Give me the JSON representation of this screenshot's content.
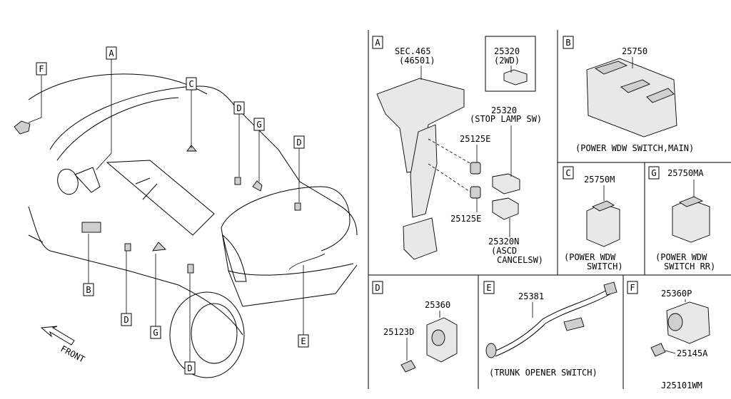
{
  "callouts": {
    "F": "F",
    "A": "A",
    "C": "C",
    "D1": "D",
    "G1": "G",
    "D2": "D",
    "B": "B",
    "D3": "D",
    "G2": "G",
    "E": "E",
    "D4": "D"
  },
  "front_label": "FRONT",
  "panel_a": {
    "tag": "A",
    "sec_line1": "SEC.465",
    "sec_line2": "(46501)",
    "inset_part": "25320",
    "inset_note": "(2WD)",
    "stop_part": "25320",
    "stop_name": "(STOP LAMP SW)",
    "clip_top": "25125E",
    "clip_bottom": "25125E",
    "ascd_part": "25320N",
    "ascd_line1": "(ASCD",
    "ascd_line2": "CANCELSW)"
  },
  "panel_b": {
    "tag": "B",
    "part": "25750",
    "name": "(POWER WDW SWITCH,MAIN)"
  },
  "panel_c": {
    "tag": "C",
    "part": "25750M",
    "line1": "(POWER WDW",
    "line2": "SWITCH)"
  },
  "panel_g": {
    "tag": "G",
    "part": "25750MA",
    "line1": "(POWER WDW",
    "line2": "SWITCH RR)"
  },
  "panel_d": {
    "tag": "D",
    "part_main": "25360",
    "part_bolt": "25123D"
  },
  "panel_e": {
    "tag": "E",
    "part": "25381",
    "name": "(TRUNK OPENER SWITCH)"
  },
  "panel_f": {
    "tag": "F",
    "part_main": "25360P",
    "part_bolt": "25145A"
  },
  "diagram_code": "J25101WM"
}
